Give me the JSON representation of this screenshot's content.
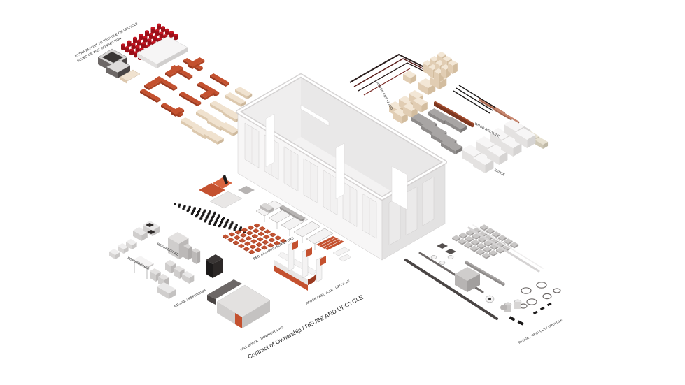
{
  "colors": {
    "background": "#ffffff",
    "terracotta": "#c4512f",
    "terracotta_dark": "#9a3a20",
    "red": "#c61522",
    "cream": "#f0e2cf",
    "sand": "#e6d3bd",
    "grey_light": "#eceaea",
    "grey_mid": "#b7b4b3",
    "grey_dark": "#55504f",
    "black": "#1c1a1a",
    "white_box": "#f4f3f3"
  },
  "labels": {
    "extra_effort": "EXTRA EFFORT TO RECYCLE OR UPCYCLE",
    "glued_connection": "GLUED OR WET CONNECTION",
    "reuse_cut_wood": "REUSE CUT WOOD",
    "wood_recycle": "WOOD RECYCLE",
    "reuse": "REUSE",
    "refurbished_1": "REFURBISHED",
    "refurbished_2": "REFURBISHED",
    "reuse_refurbish": "RE-USE / REFURBISH",
    "second_hand_furniture": "SECOND HAND FURNITURE",
    "will_break_downcycling": "WILL BREAK - DOWNCYCLING",
    "reuse_recycle_upcycle_center": "REUSE / RECYCLE / UPCYCLE",
    "reuse_recycle_upcycle_right": "REUSE / RECYCLE / UPCYCLE",
    "contract_of_ownership": "Contract of Ownership",
    "reuse_and_upcycle": "REUSE AND UPCYCLE"
  }
}
